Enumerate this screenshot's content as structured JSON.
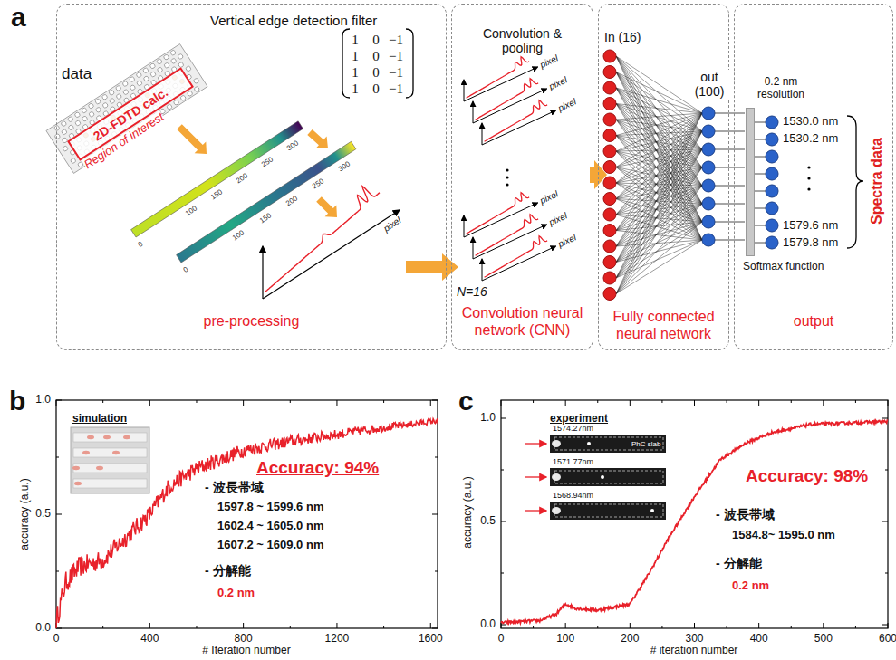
{
  "diagram": {
    "nodes": [
      {
        "text": [
          "pre-processing"
        ]
      },
      {
        "text": [
          "2D-FDTD calc.",
          "Region of interest"
        ],
        "in": 0
      },
      {
        "text": [
          "Convolution & pooling",
          "Convolution neural network (CNN)"
        ]
      },
      {
        "text": [
          "In (16)",
          "out (100)",
          "Fully connected neural network"
        ]
      },
      {
        "text": [
          "output"
        ]
      },
      {
        "text": [
          "Softmax function"
        ],
        "in": 4
      }
    ],
    "edges": [
      {
        "from": 0,
        "to": 2,
        "arrow": "to"
      },
      {
        "from": 2,
        "to": 3,
        "arrow": "to"
      }
    ],
    "labels": [
      "a",
      "data",
      "Vertical edge detection filter",
      "1",
      "0",
      "−1",
      "1",
      "0",
      "−1",
      "1",
      "0",
      "−1",
      "1",
      "0",
      "−1",
      "0",
      "100",
      "150",
      "200",
      "250",
      "300",
      "0",
      "100",
      "150",
      "200",
      "250",
      "300",
      "pixel",
      "pixel",
      "pixel",
      "pixel",
      "pixel",
      "pixel",
      "pixel",
      "N=16",
      "0.2 nm resolution",
      "1530.0 nm",
      "1530.2 nm",
      "1579.6 nm",
      "1579.8 nm",
      "Spectra data",
      "b",
      "simulation",
      "Accuracy: 94%",
      "- 波長帯域",
      "1597.8 ~ 1599.6 nm",
      "1602.4 ~ 1605.0 nm",
      "1607.2 ~ 1609.0 nm",
      "- 分解能",
      "0.2 nm",
      "accuracy (a.u.)",
      "# Iteration number",
      "0.0",
      "0.5",
      "1.0",
      "0",
      "400",
      "800",
      "1200",
      "1600",
      "c",
      "experiment",
      "1574.27nm",
      "1571.77nm",
      "1568.94nm",
      "PhC slab",
      "Accuracy: 98%",
      "- 波長帯域",
      "1584.8~ 1595.0 nm",
      "- 分解能",
      "0.2 nm",
      "accuracy (a.u.)",
      "# iteration number",
      "0.0",
      "0.5",
      "1.0",
      "0",
      "100",
      "200",
      "300",
      "400",
      "500",
      "600"
    ]
  }
}
